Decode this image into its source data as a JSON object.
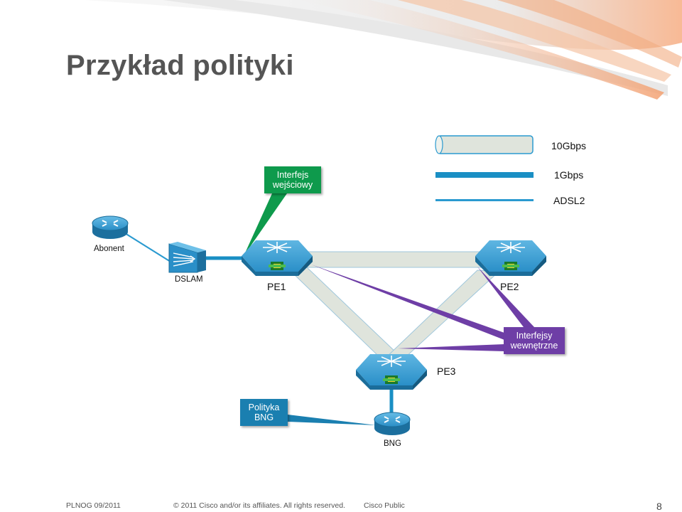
{
  "slide": {
    "title": "Przykład polityki",
    "slide_number": "8"
  },
  "legend": {
    "items": [
      {
        "label": "10Gbps"
      },
      {
        "label": "1Gbps"
      },
      {
        "label": "ADSL2"
      }
    ]
  },
  "nodes": {
    "abonent": "Abonent",
    "dslam": "DSLAM",
    "pe1": "PE1",
    "pe2": "PE2",
    "pe3": "PE3",
    "bng": "BNG"
  },
  "callouts": {
    "ingress": {
      "line1": "Interfejs",
      "line2": "wejściowy",
      "color": "#0e9a4c"
    },
    "internal": {
      "line1": "Interfejsy",
      "line2": "wewnętrzne",
      "color": "#6e3ea6"
    },
    "bng_policy": {
      "line1": "Polityka",
      "line2": "BNG",
      "color": "#1a7fb0"
    }
  },
  "footer": {
    "event": "PLNOG 09/2011",
    "copyright": "© 2011 Cisco and/or its affiliates. All rights reserved.",
    "classification": "Cisco Public"
  },
  "colors": {
    "device_blue": "#1b87c0",
    "tube_fill": "#dfe4dc",
    "link_blue": "#1a8fc4"
  }
}
